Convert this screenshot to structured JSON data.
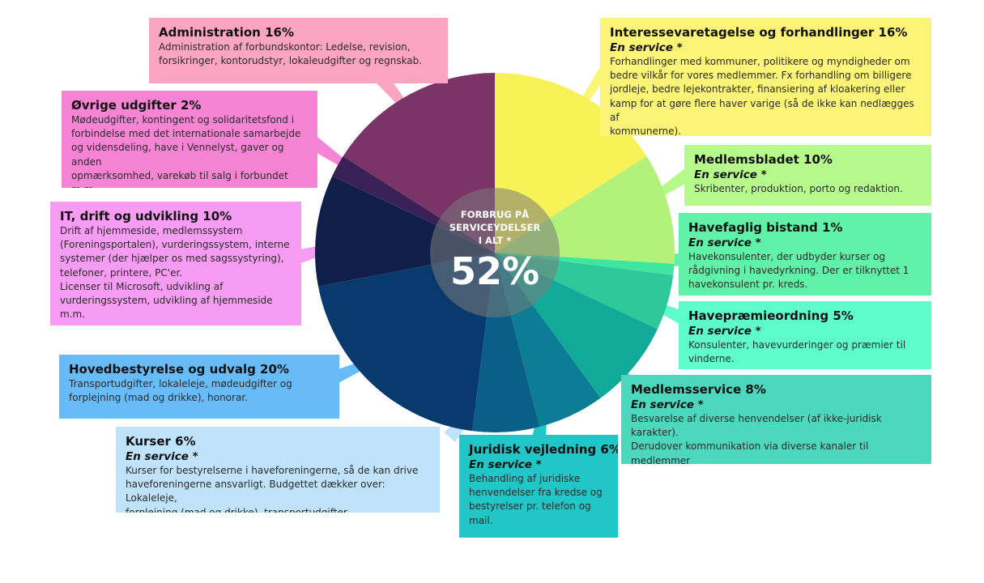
{
  "chart_data": {
    "type": "pie",
    "center": {
      "label": "FORBRUG PÅ\nSERVICEYDELSER\nI ALT *",
      "value": "52%"
    },
    "slices": [
      {
        "key": "interesse",
        "title": "Interessevaretagelse og forhandlinger 16%",
        "value": 16,
        "color": "#f7f256",
        "service": true,
        "description": "Forhandlinger med kommuner, politikere og myndigheder om\nbedre vilkår for vores medlemmer. Fx forhandling om billigere\njordleje, bedre lejekontrakter, finansiering af kloakering eller\nkamp for at gøre flere haver varige (så de ikke kan nedlægges af\nkommunerne)."
      },
      {
        "key": "blad",
        "title": "Medlemsbladet 10%",
        "value": 10,
        "color": "#b2f27b",
        "service": true,
        "description": "Skribenter, produktion, porto og redaktion."
      },
      {
        "key": "havefaglig",
        "title": "Havefaglig bistand 1%",
        "value": 1,
        "color": "#3ee6a0",
        "service": true,
        "description": "Havekonsulenter, der udbyder kurser og\nrådgivning i havedyrkning. Der er tilknyttet 1\nhavekonsulent pr. kreds."
      },
      {
        "key": "praemie",
        "title": "Havepræmieordning 5%",
        "value": 5,
        "color": "#2ec99a",
        "service": true,
        "description": "Konsulenter, havevurderinger og præmier til\nvinderne."
      },
      {
        "key": "medlemsservice",
        "title": "Medlemsservice 8%",
        "value": 8,
        "color": "#11aa99",
        "service": true,
        "description": "Besvarelse af diverse henvendelser (af ikke-juridisk karakter).\nDerudover kommunikation via diverse kanaler til medlemmer\nog bestyrelser."
      },
      {
        "key": "juridisk",
        "title": "Juridisk vejledning 6%",
        "value": 6,
        "color": "#0b7d94",
        "service": true,
        "description": "Behandling af juridiske\nhenvendelser fra kredse og\nbestyrelser pr. telefon og mail."
      },
      {
        "key": "kurser",
        "title": "Kurser 6%",
        "value": 6,
        "color": "#0a5f86",
        "service": true,
        "description": "Kurser for bestyrelserne i haveforeningerne, så de kan drive\nhaveforeningerne ansvarligt. Budgettet dækker over: Lokaleleje,\nforplejning (mad og drikke), transportudgifter."
      },
      {
        "key": "hovedbestyrelse",
        "title": "Hovedbestyrelse og udvalg 20%",
        "value": 20,
        "color": "#083a6d",
        "service": false,
        "description": "Transportudgifter, lokaleleje, mødeudgifter og\nforplejning (mad og drikke), honorar."
      },
      {
        "key": "it",
        "title": "IT, drift og udvikling 10%",
        "value": 10,
        "color": "#0f1f4a",
        "service": false,
        "description": "Drift af hjemmeside, medlemssystem\n(Foreningsportalen), vurderingssystem, interne\nsystemer (der hjælper os med sagssystyring),\ntelefoner, printere, PC'er.\nLicenser til Microsoft, udvikling af\nvurderingssystem, udvikling af hjemmeside m.m."
      },
      {
        "key": "ovrige",
        "title": "Øvrige udgifter 2%",
        "value": 2,
        "color": "#3a2158",
        "service": false,
        "description": "Mødeudgifter, kontingent og solidaritetsfond i\nforbindelse med  det internationale samarbejde\nog vidensdeling, have i Vennelyst, gaver og anden\nopmærksomhed, varekøb til salg i forbundet m.m."
      },
      {
        "key": "administration",
        "title": "Administration 16%",
        "value": 16,
        "color": "#7a3468",
        "service": false,
        "description": "Administration af forbundskontor: Ledelse, revision,\nforsikringer, kontorudstyr, lokaleudgifter og regnskab."
      }
    ],
    "service_label": "En service *",
    "center_circle_color": "#7a7a7a"
  },
  "box_colors": {
    "interesse": "#fbf476",
    "blad": "#b6fa8c",
    "havefaglig": "#5ff2a8",
    "praemie": "#5dfcc9",
    "medlemsservice": "#4cd8bd",
    "juridisk": "#21c6c6",
    "kurser": "#bfe3fb",
    "hovedbestyrelse": "#67bcf8",
    "it": "#f69cf2",
    "ovrige": "#f585d4",
    "administration": "#fba5c2"
  }
}
